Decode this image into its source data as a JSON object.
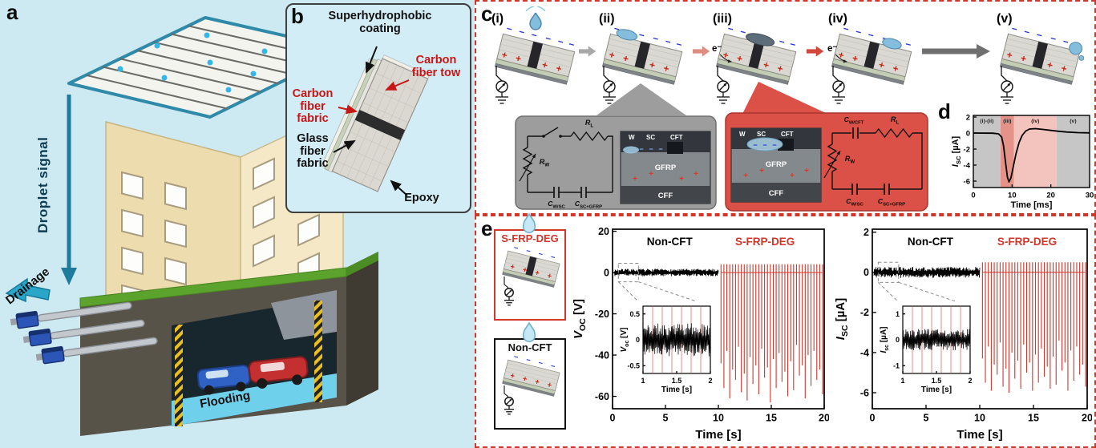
{
  "panel_a": {
    "label": "a",
    "droplet_signal_label": "Droplet signal",
    "drainage_label": "Drainage",
    "flooding_label": "Flooding"
  },
  "panel_b": {
    "label": "b",
    "coating_label": "Superhydrophobic coating",
    "tow_label": "Carbon fiber tow",
    "fabric_label": "Carbon fiber fabric",
    "glass_label": "Glass fiber fabric",
    "epoxy_label": "Epoxy"
  },
  "panel_c": {
    "label": "c",
    "minus_symbol": "−",
    "plus_symbol": "+",
    "electron_label": "e⁻",
    "stages": [
      {
        "label": "(i)",
        "droplet": "falling"
      },
      {
        "label": "(ii)",
        "droplet": "upper"
      },
      {
        "label": "(iii)",
        "droplet": "bridging",
        "electron": true
      },
      {
        "label": "(iv)",
        "droplet": "lower",
        "electron": true
      },
      {
        "label": "(v)",
        "droplet": "leaving"
      }
    ],
    "gray_box": {
      "labels": {
        "rl": {
          "base": "R",
          "sub": "L"
        },
        "rw": {
          "base": "R",
          "sub": "W"
        },
        "cwsc": {
          "base": "C",
          "sub": "W/SC"
        },
        "cscgfrp": {
          "base": "C",
          "sub": "SC+GFRP"
        }
      },
      "layers": {
        "w": "W",
        "sc": "SC",
        "cft": "CFT",
        "gfrp": "GFRP",
        "cff": "CFF"
      }
    },
    "red_box": {
      "labels": {
        "cwcft": {
          "base": "C",
          "sub": "W/CFT"
        },
        "rl": {
          "base": "R",
          "sub": "L"
        },
        "rw": {
          "base": "R",
          "sub": "W"
        },
        "cwsc": {
          "base": "C",
          "sub": "W/SC"
        },
        "cscgfrp": {
          "base": "C",
          "sub": "SC+GFRP"
        }
      },
      "layers": {
        "w": "W",
        "sc": "SC",
        "cft": "CFT",
        "gfrp": "GFRP",
        "cff": "CFF"
      }
    }
  },
  "panel_d": {
    "label": "d"
  },
  "panel_e": {
    "label": "e",
    "legend": [
      {
        "name": "S-FRP-DEG",
        "color": "#d2352a",
        "stripe": true
      },
      {
        "name": "Non-CFT",
        "color": "#111111",
        "stripe": false
      }
    ]
  },
  "chart_data": [
    {
      "id": "isc-transient",
      "type": "line",
      "xlabel": "Time [ms]",
      "ylabel": {
        "base": "I",
        "sub": "SC",
        "unit": " [µA]"
      },
      "xlim": [
        0,
        30
      ],
      "ylim": [
        -6.8,
        2.2
      ],
      "xticks": [
        0,
        10,
        20,
        30
      ],
      "yticks": [
        2,
        0,
        -2,
        -4,
        -6
      ],
      "grid": false,
      "regions": [
        {
          "label": "(i)-(ii)",
          "from": 0,
          "to": 7,
          "color": "#c6c6c6"
        },
        {
          "label": "(iii)",
          "from": 7,
          "to": 10.5,
          "color": "#e59288"
        },
        {
          "label": "(iv)",
          "from": 10.5,
          "to": 21.5,
          "color": "#f3c3be"
        },
        {
          "label": "(v)",
          "from": 21.5,
          "to": 30,
          "color": "#c6c6c6"
        }
      ],
      "series": [
        {
          "name": "Isc",
          "color": "#000000",
          "points": [
            [
              0,
              0
            ],
            [
              5,
              -0.02
            ],
            [
              6.5,
              -0.1
            ],
            [
              7.3,
              -0.5
            ],
            [
              7.8,
              -1.6
            ],
            [
              8.3,
              -3.6
            ],
            [
              8.8,
              -5.5
            ],
            [
              9.2,
              -6.1
            ],
            [
              9.7,
              -5.6
            ],
            [
              10.3,
              -4.2
            ],
            [
              11,
              -2.6
            ],
            [
              11.8,
              -1.2
            ],
            [
              12.6,
              -0.3
            ],
            [
              13.5,
              0.25
            ],
            [
              14.5,
              0.5
            ],
            [
              16,
              0.55
            ],
            [
              18,
              0.45
            ],
            [
              20,
              0.33
            ],
            [
              22,
              0.22
            ],
            [
              24,
              0.13
            ],
            [
              27,
              0.05
            ],
            [
              30,
              0.02
            ]
          ]
        }
      ]
    },
    {
      "id": "voc",
      "type": "spike-line",
      "xlabel": "Time [s]",
      "ylabel": {
        "base": "V",
        "sub": "OC",
        "unit": " [V]"
      },
      "xlim": [
        0,
        20
      ],
      "ylim": [
        -66,
        21
      ],
      "xticks": [
        0,
        5,
        10,
        15,
        20
      ],
      "yticks": [
        20,
        0,
        -20,
        -40,
        -60
      ],
      "grid": false,
      "annotations": [
        {
          "text": "Non-CFT",
          "color": "#000000",
          "x": 0.27,
          "y": 0.03
        },
        {
          "text": "S-FRP-DEG",
          "color": "#d2352a",
          "x": 0.72,
          "y": 0.03
        }
      ],
      "noise": {
        "from": 0.15,
        "to": 10,
        "amplitude": 1.8,
        "points": 260,
        "color": "#000000",
        "seed": 7
      },
      "spikes": {
        "from": 10.25,
        "to": 19.85,
        "top": 4,
        "color": "#d2352a",
        "peaks": [
          -44,
          -56,
          -38,
          -61,
          -47,
          -52,
          -36,
          -58,
          -49,
          -62,
          -41,
          -54,
          -45,
          -59,
          -37,
          -51,
          -46,
          -63,
          -42,
          -56,
          -39,
          -53,
          -48,
          -60,
          -43,
          -57,
          -35,
          -50,
          -45,
          -61,
          -40,
          -55,
          -38,
          -52,
          -47,
          -59
        ]
      },
      "inset": {
        "id": "voc-inset",
        "xlabel": "Time [s]",
        "ylabel": {
          "base": "V",
          "sub": "oc",
          "unit": " [V]"
        },
        "xlim": [
          1,
          2
        ],
        "ylim": [
          -0.65,
          0.65
        ],
        "xticks": [
          1,
          1.5,
          2
        ],
        "yticks": [
          0.5,
          0,
          -0.5
        ],
        "noise": {
          "from": 1,
          "to": 2,
          "amplitude": 0.32,
          "points": 150,
          "color": "#000000",
          "seed": 11
        },
        "marker_lines": {
          "count": 6,
          "color": "#f0a49e"
        },
        "callout": {
          "x1": 0.55,
          "x2": 2.45,
          "y1": 4.5,
          "y2": -4.5
        }
      }
    },
    {
      "id": "isc",
      "type": "spike-line",
      "xlabel": "Time [s]",
      "ylabel": {
        "base": "I",
        "sub": "SC",
        "unit": " [µA]"
      },
      "xlim": [
        0,
        20
      ],
      "ylim": [
        -6.8,
        2.15
      ],
      "xticks": [
        0,
        5,
        10,
        15,
        20
      ],
      "yticks": [
        2,
        0,
        -2,
        -4,
        -6
      ],
      "grid": false,
      "annotations": [
        {
          "text": "Non-CFT",
          "color": "#000000",
          "x": 0.27,
          "y": 0.03
        },
        {
          "text": "S-FRP-DEG",
          "color": "#d2352a",
          "x": 0.72,
          "y": 0.03
        }
      ],
      "noise": {
        "from": 0.15,
        "to": 10,
        "amplitude": 0.28,
        "points": 260,
        "color": "#000000",
        "seed": 21
      },
      "spikes": {
        "from": 10.25,
        "to": 19.85,
        "top": 0.5,
        "color": "#d2352a",
        "peaks": [
          -4.3,
          -5.5,
          -3.7,
          -5.9,
          -4.6,
          -5.1,
          -3.5,
          -5.7,
          -4.8,
          -6.0,
          -4.0,
          -5.3,
          -4.4,
          -5.8,
          -3.6,
          -5.0,
          -4.5,
          -5.9,
          -4.1,
          -5.5,
          -3.8,
          -5.2,
          -4.7,
          -5.8,
          -4.2,
          -5.6,
          -3.4,
          -4.9,
          -4.5,
          -5.9,
          -3.9,
          -5.4,
          -3.7,
          -5.1,
          -4.6,
          -5.7
        ]
      },
      "inset": {
        "id": "isc-inset",
        "xlabel": "Time [s]",
        "ylabel": {
          "base": "I",
          "sub": "sc",
          "unit": " [µA]"
        },
        "xlim": [
          1,
          2
        ],
        "ylim": [
          -1.3,
          1.3
        ],
        "xticks": [
          1,
          1.5,
          2
        ],
        "yticks": [
          1,
          0,
          -1
        ],
        "noise": {
          "from": 1,
          "to": 2,
          "amplitude": 0.42,
          "points": 150,
          "color": "#000000",
          "seed": 31
        },
        "marker_lines": {
          "count": 6,
          "color": "#f0a49e"
        },
        "callout": {
          "x1": 0.55,
          "x2": 2.45,
          "y1": 0.5,
          "y2": -0.5
        }
      }
    }
  ]
}
